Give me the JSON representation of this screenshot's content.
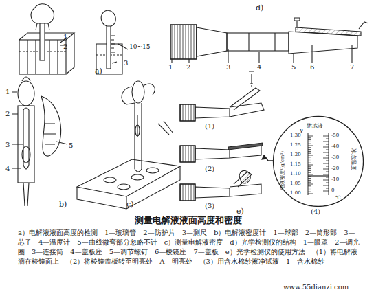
{
  "diagram": {
    "title": "测量电解液液面高度和密度",
    "caption": "a）电解液液面高度的检测　1—玻璃管　2—防护片　3—测尺　b）电解液密度计　1—球部　2—筒形部　3—芯子　4—温度计　5—曲线微弯部分忽略不计　c）测量电解液密度　d）光学检测仪的结构　1—眼罩　2—调光圈　3—连接筒　4—盖板座　5—调节螺钉　6—棱镜座　7—盖板　e）光学检测仪的使用方法　（1）将电解液滴在棱镜面上　（2）将棱镜盖板转至明亮处　A—明亮处　（3）用含水棉纱擦净试液　1—含水棉纱",
    "nodes": [
      {
        "text": [
          "防冻液",
          "冰点温度",
          "γ",
          "1.30",
          "1.25",
          "1.20",
          "1.15",
          "1.10",
          "1.05",
          "1.00",
          "电液密度/(g/cm³)",
          "-50",
          "-40",
          "-30",
          "-20",
          "-10",
          "0",
          "℃"
        ]
      }
    ],
    "labels": [
      "1",
      "2",
      "3",
      "10~15",
      "a)",
      "d)",
      "1",
      "2",
      "3",
      "4",
      "5",
      "6",
      "7",
      "1",
      "2",
      "3",
      "4",
      "5",
      "b)",
      "c)",
      "(1)",
      "(2)",
      "(3)",
      "A",
      "e)",
      "(4)",
      "www.55dianzi.com"
    ]
  }
}
